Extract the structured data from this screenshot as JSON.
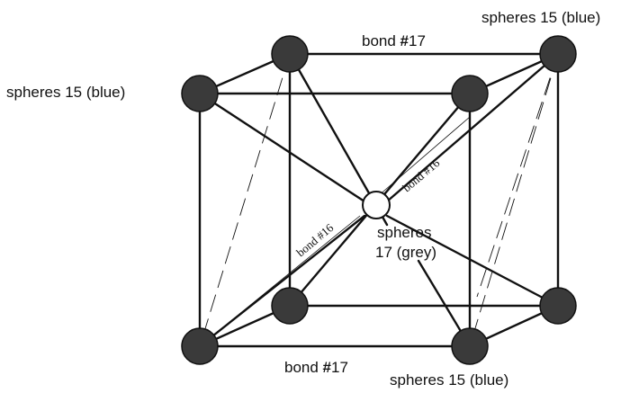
{
  "labels": {
    "spheres_top_right": "spheres 15 (blue)",
    "spheres_left": "spheres 15 (blue)",
    "spheres_bottom": "spheres 15 (blue)",
    "center_line1": "spheres",
    "center_line2": "17 (grey)",
    "bond16_upper": "bond #16",
    "bond16_lower": "bond #16",
    "bond17_top_prefix": "bond ",
    "bond17_top_hash": "#",
    "bond17_top_num": "17",
    "bond17_bottom_prefix": "bond ",
    "bond17_bottom_hash": "#",
    "bond17_bottom_num": "17"
  },
  "colors": {
    "corner_sphere_fill": "#3a3a3a",
    "line": "#111111",
    "center_sphere_fill": "#ffffff"
  }
}
